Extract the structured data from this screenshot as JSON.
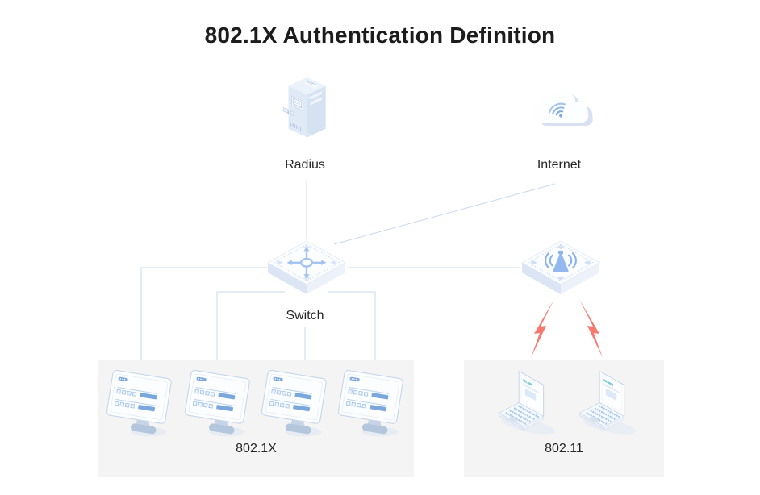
{
  "title": "802.1X Authentication Definition",
  "nodes": {
    "radius": {
      "label": "Radius",
      "icon": "server-tower-icon"
    },
    "internet": {
      "label": "Internet",
      "icon": "cloud-wifi-icon"
    },
    "switch": {
      "label": "Switch",
      "icon": "switch-crossarrows-icon"
    },
    "access_point": {
      "label": "",
      "icon": "wireless-ap-icon"
    }
  },
  "groups": {
    "wired": {
      "label": "802.1X",
      "device_icon": "desktop-monitor-icon",
      "device_count": 4
    },
    "wireless": {
      "label": "802.11",
      "device_icon": "laptop-icon",
      "device_count": 2
    }
  },
  "connections": [
    "radius-to-switch",
    "internet-to-switch",
    "switch-to-access-point",
    "switch-to-desktop-1",
    "switch-to-desktop-2",
    "switch-to-desktop-3",
    "switch-to-desktop-4",
    "ap-to-laptop-1-wireless",
    "ap-to-laptop-2-wireless"
  ],
  "colors": {
    "connector": "#c8d8ee",
    "lightning": "#f9796f",
    "panel_bg": "#f4f4f5",
    "accent_blue": "#9dbff0",
    "icon_face_light": "#fbfdff",
    "icon_face_side": "#dbe5f3",
    "title_text": "#1c1c1c",
    "label_text": "#262626"
  }
}
